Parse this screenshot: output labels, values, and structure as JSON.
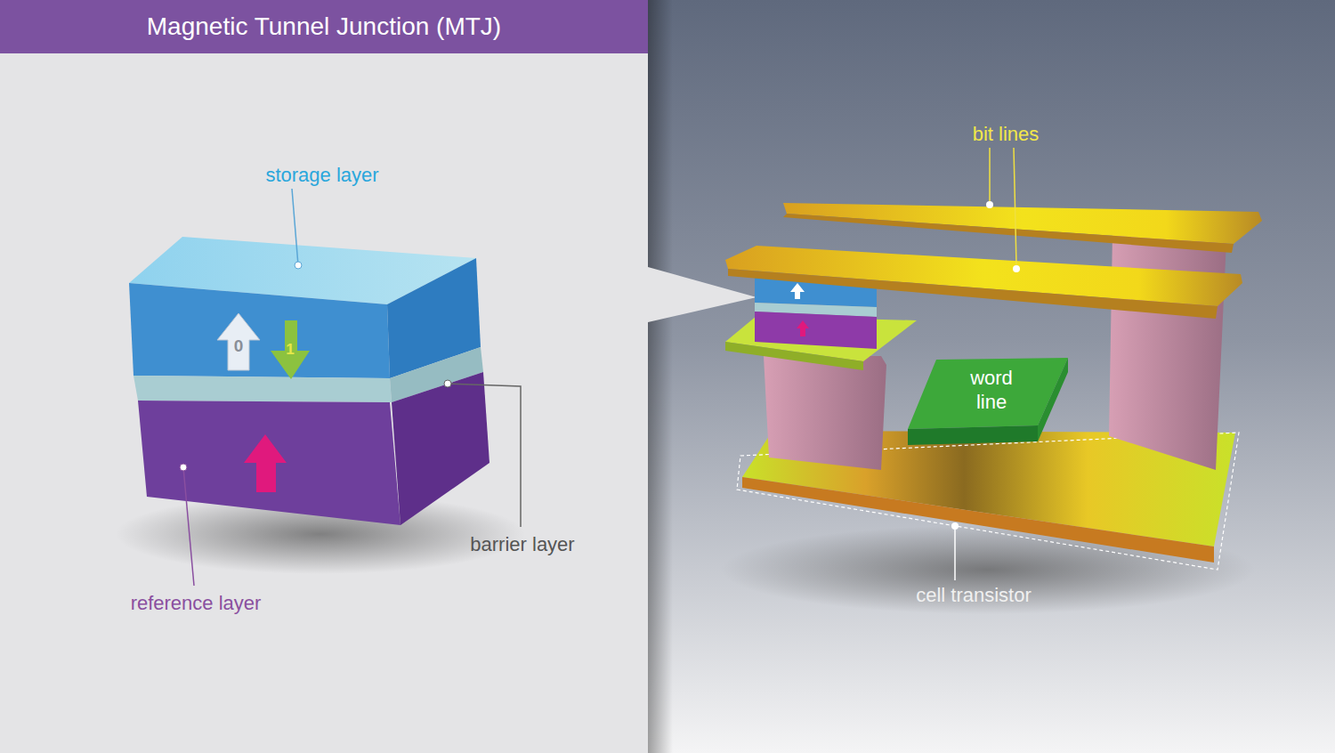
{
  "diagram": {
    "title": "Magnetic Tunnel Junction (MTJ)",
    "nodes": [
      {
        "text": [
          "word line"
        ]
      }
    ],
    "labels": [
      "storage layer",
      "0",
      "1",
      "barrier layer",
      "reference layer",
      "bit lines",
      "cell transistor"
    ]
  }
}
